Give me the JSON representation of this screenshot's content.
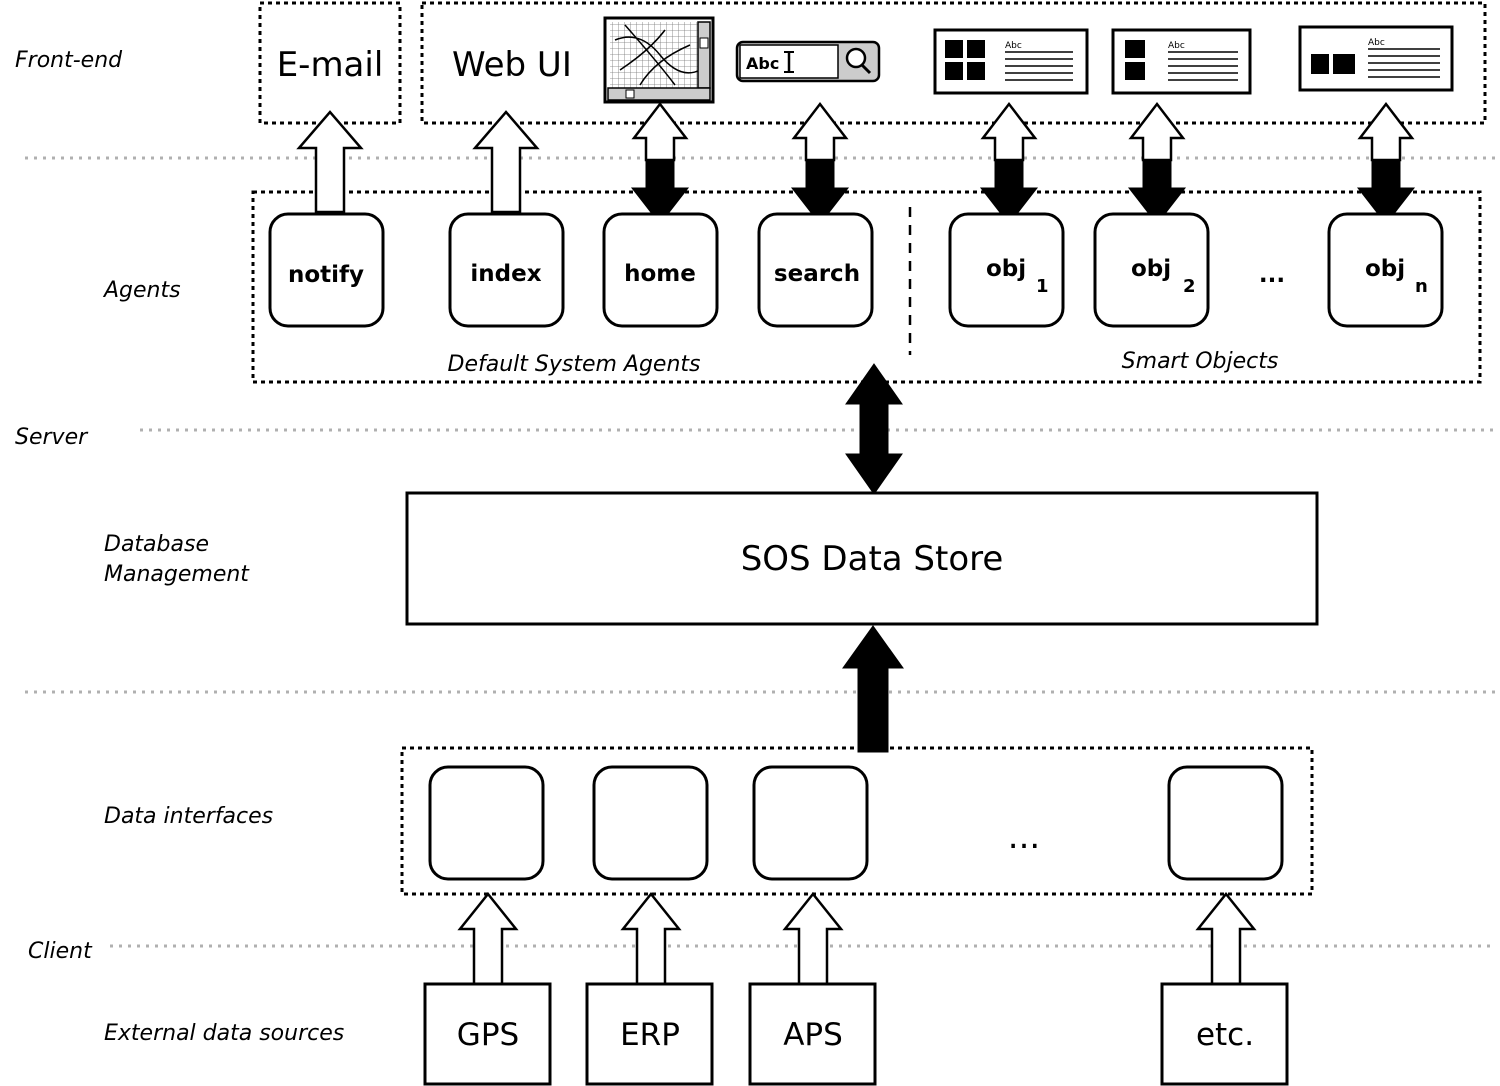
{
  "layers": {
    "front_end": "Front-end",
    "agents": "Agents",
    "server": "Server",
    "database_management_line1": "Database",
    "database_management_line2": "Management",
    "data_interfaces": "Data interfaces",
    "client": "Client",
    "external_data_sources": "External data sources"
  },
  "front_end": {
    "email": "E-mail",
    "web_ui": "Web UI",
    "search_widget_text": "Abc",
    "panel_caption": "Abc"
  },
  "agents": {
    "default_group_label": "Default System Agents",
    "smart_group_label": "Smart Objects",
    "notify": "notify",
    "index": "index",
    "home": "home",
    "search": "search",
    "obj": "obj",
    "obj1_sub": "1",
    "obj2_sub": "2",
    "objn_sub": "n",
    "ellipsis": "..."
  },
  "database": {
    "store": "SOS Data Store"
  },
  "interfaces": {
    "ellipsis": "..."
  },
  "sources": {
    "gps": "GPS",
    "erp": "ERP",
    "aps": "APS",
    "etc": "etc."
  }
}
